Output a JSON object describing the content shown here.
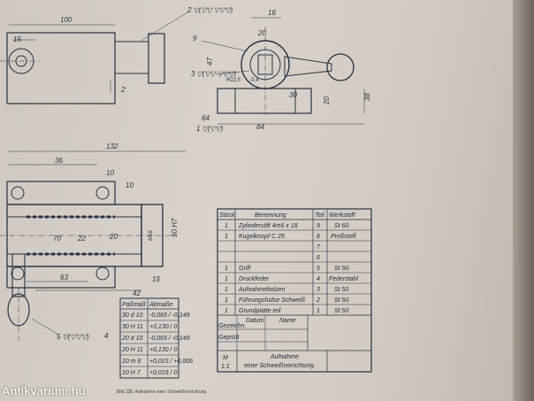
{
  "drawing": {
    "top_view": {
      "dims": [
        "100",
        "15",
        "2",
        "2 ▽(▽▽ ▽▽▽)"
      ]
    },
    "side_view": {
      "dims": [
        "16",
        "20",
        "9",
        "3 ▽(▽▽ ▽▽▽)",
        "47",
        "R12,5",
        "0,4",
        "30",
        "20",
        "38",
        "1 ▽(▽▽)",
        "84",
        "64"
      ]
    },
    "front_view": {
      "dims": [
        "132",
        "36",
        "10",
        "10",
        "50 H7",
        "20",
        "22",
        "70",
        "M16",
        "63",
        "42",
        "15",
        "4",
        "5 ▽(▽▽▽)"
      ]
    }
  },
  "parts_table": {
    "headers": [
      "Stück",
      "Benennung",
      "Teil",
      "Werkstoff"
    ],
    "rows": [
      [
        "1",
        "Zylinderstift 4m6 x 18",
        "9",
        "St 60"
      ],
      [
        "1",
        "Kugelknopf C 25",
        "8",
        "Preßstoff"
      ],
      [
        "",
        "",
        "7",
        ""
      ],
      [
        "",
        "",
        "6",
        ""
      ],
      [
        "1",
        "Griff",
        "5",
        "St 50"
      ],
      [
        "1",
        "Druckfeder",
        "4",
        "Federstahl"
      ],
      [
        "1",
        "Aufnahmebolzen",
        "3",
        "St 50"
      ],
      [
        "1",
        "Führungshülse Schweiß",
        "2",
        "St 50"
      ],
      [
        "1",
        "Grundplatte  teil",
        "1",
        "St 50"
      ]
    ],
    "meta_labels": [
      "Gezeichn.",
      "Datum",
      "Name",
      "Geprüft"
    ],
    "scale_label": "M",
    "scale_value": "1:1",
    "title_line1": "Aufnahme",
    "title_line2": "einer Schweißvorrichtung"
  },
  "fits_table": {
    "headers": [
      "Paßmaß",
      "Abmaße"
    ],
    "rows": [
      [
        "30 d 10",
        "-0,065 / -0,149"
      ],
      [
        "30 H 11",
        "+0,130 / 0"
      ],
      [
        "20 d 10",
        "-0,065 / -0,149"
      ],
      [
        "20 H 11",
        "+0,130 / 0"
      ],
      [
        "10 m 6",
        "+0,015 / +0,006"
      ],
      [
        "10 H 7",
        "+0,015 / 0"
      ]
    ]
  },
  "caption": "Bild 138. Aufnahme einer Schweißvorrichtung",
  "watermark": "Antikvárium.hu"
}
